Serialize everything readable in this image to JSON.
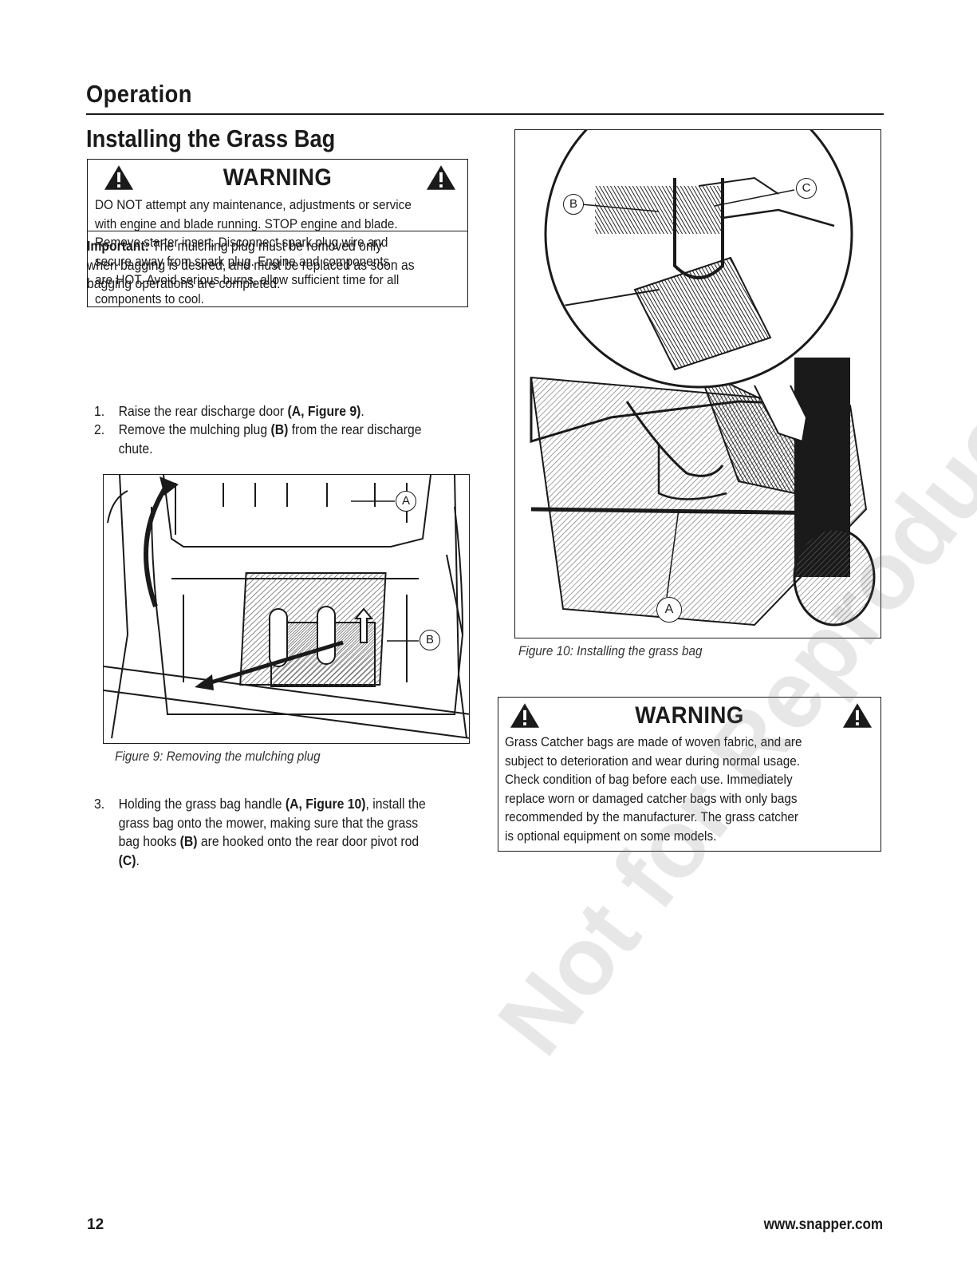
{
  "header": {
    "section": "Operation",
    "subsection": "Installing the Grass Bag"
  },
  "warning_1": {
    "heading": "WARNING",
    "lines": [
      "DO NOT attempt any maintenance, adjustments or service",
      "with engine and blade running. STOP engine and blade.",
      "Remove starter insert. Disconnect spark plug wire and",
      "secure away from spark plug. Engine and components",
      "are HOT. Avoid serious burns, allow sufficient time for all",
      "components to cool."
    ]
  },
  "important": {
    "label": "Important:",
    "line1": " The mulching plug must be removed only",
    "line2": "when bagging is desired, and must be replaced as soon as",
    "line3": "bagging operations are completed."
  },
  "steps": {
    "s1": {
      "num": "1.",
      "pre": "Raise the rear discharge door ",
      "bold": "(A, Figure 9)",
      "post": "."
    },
    "s2": {
      "num": "2.",
      "pre": "Remove the mulching plug ",
      "bold": "(B)",
      "post": " from the rear discharge",
      "line2": "chute."
    },
    "s3": {
      "num": "3.",
      "l1_pre": "Holding the grass bag handle ",
      "l1_bold": "(A, Figure 10)",
      "l1_post": ", install the",
      "l2": "grass bag onto the mower, making sure that the grass",
      "l3_pre": "bag hooks ",
      "l3_bold": "(B)",
      "l3_post": " are hooked onto the rear door pivot rod",
      "l4_bold": "(C)",
      "l4_post": "."
    }
  },
  "figure9": {
    "caption": "Figure 9: Removing the mulching plug",
    "callout_a": "A",
    "callout_b": "B"
  },
  "figure10": {
    "caption": "Figure 10: Installing the grass bag",
    "callout_a": "A",
    "callout_b": "B",
    "callout_c": "C"
  },
  "warning_2": {
    "heading": "WARNING",
    "lines": [
      "Grass Catcher bags are made of woven fabric, and are",
      "subject to deterioration and wear during normal usage.",
      "Check condition of bag before each use.  Immediately",
      "replace worn or damaged catcher bags with only bags",
      "recommended by the manufacturer.  The grass catcher",
      "is optional equipment on some models."
    ]
  },
  "watermark": "Not for Reproduction",
  "footer": {
    "page": "12",
    "url": "www.snapper.com"
  }
}
